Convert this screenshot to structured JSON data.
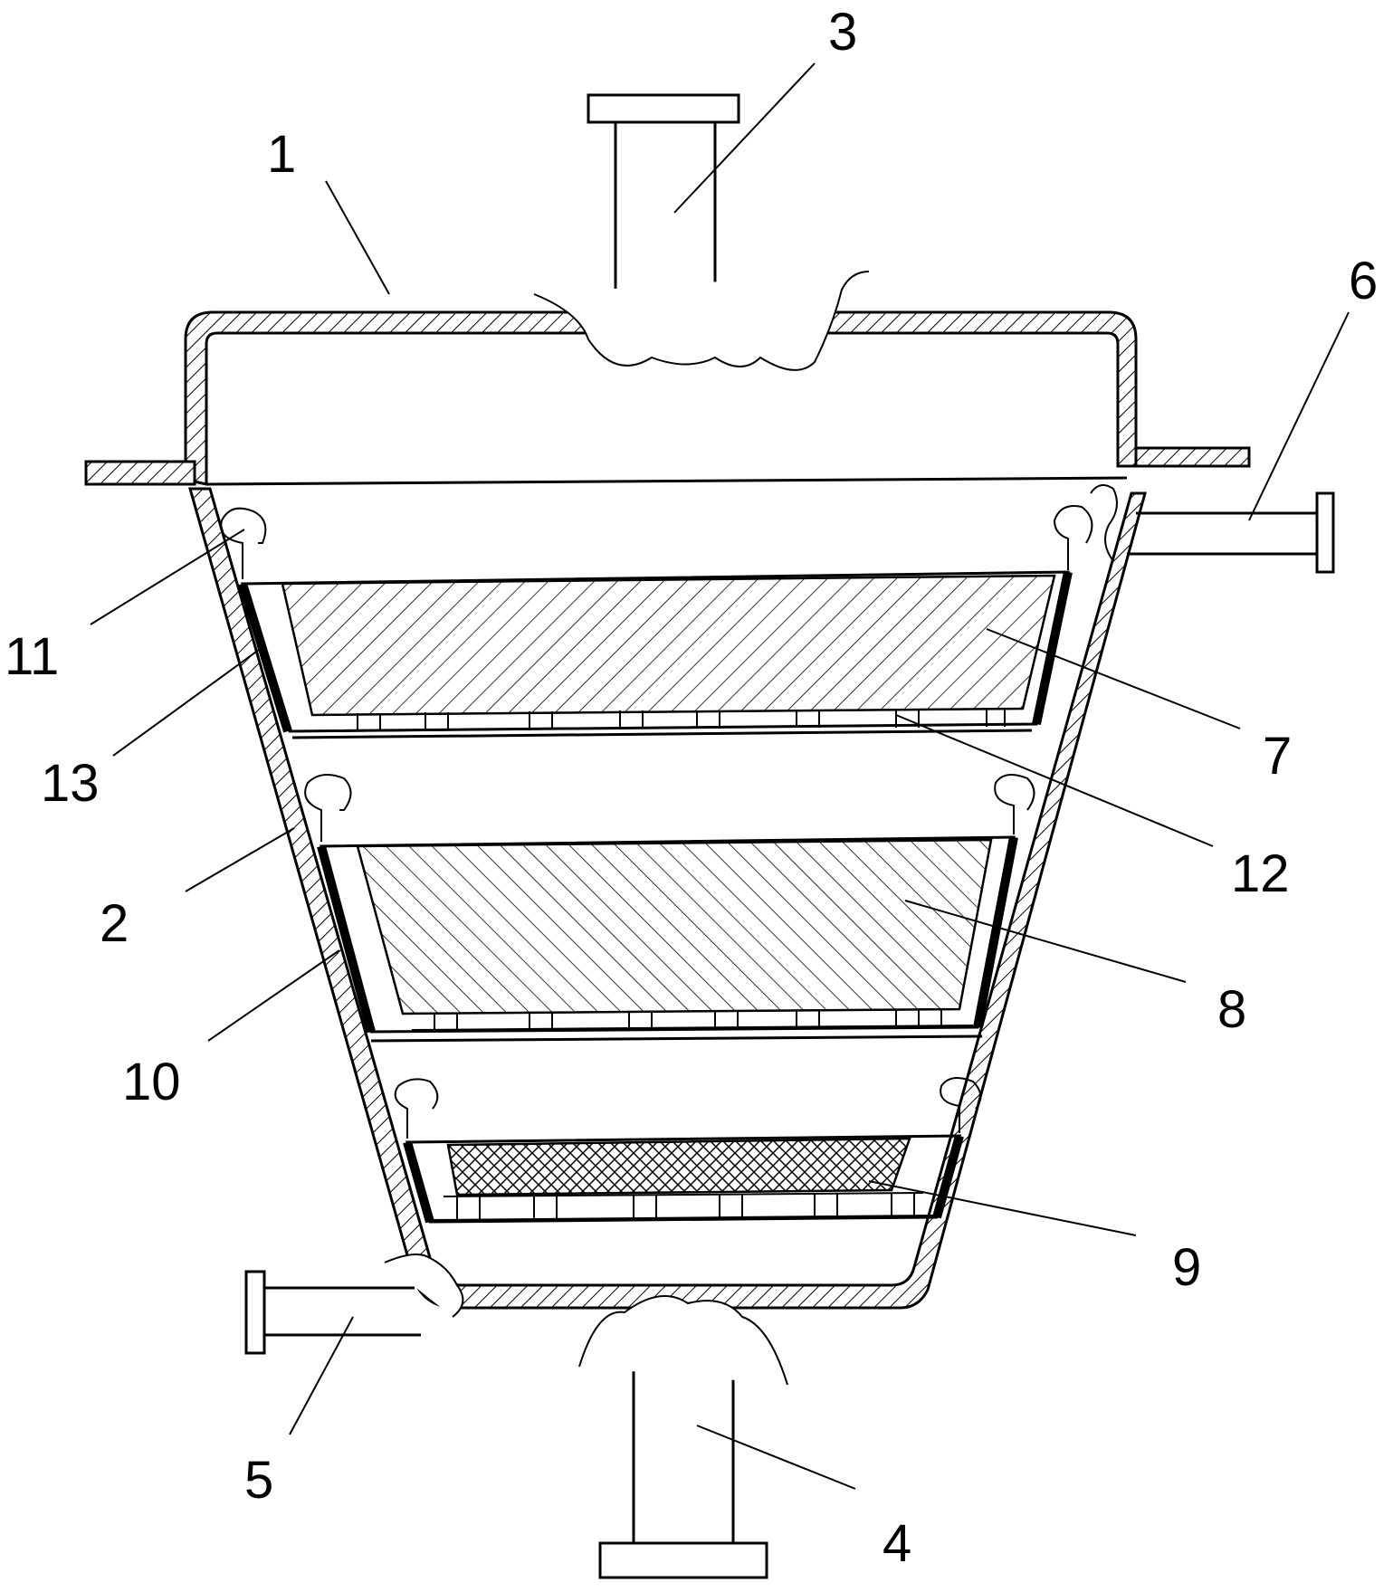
{
  "figure": {
    "labels": [
      {
        "id": "lid",
        "text": "1"
      },
      {
        "id": "shell",
        "text": "2"
      },
      {
        "id": "inlet_top",
        "text": "3"
      },
      {
        "id": "outlet_bottom",
        "text": "4"
      },
      {
        "id": "side_port_lower",
        "text": "5"
      },
      {
        "id": "side_port_upper",
        "text": "6"
      },
      {
        "id": "filter_layer_1",
        "text": "7"
      },
      {
        "id": "filter_layer_2",
        "text": "8"
      },
      {
        "id": "filter_layer_3",
        "text": "9"
      },
      {
        "id": "seal_strip_middle",
        "text": "10"
      },
      {
        "id": "hook",
        "text": "11"
      },
      {
        "id": "perforated_plate",
        "text": "12"
      },
      {
        "id": "seal_strip_top",
        "text": "13"
      }
    ]
  }
}
